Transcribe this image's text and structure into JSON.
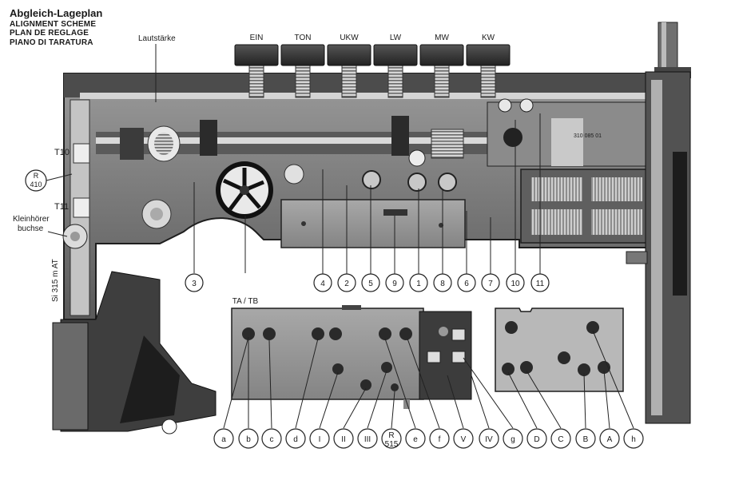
{
  "title": {
    "de": "Abgleich-Lageplan",
    "en": "ALIGNMENT SCHEME",
    "fr": "PLAN DE REGLAGE",
    "it": "PIANO DI TARATURA"
  },
  "buttons": [
    "EIN",
    "TON",
    "UKW",
    "LW",
    "MW",
    "KW"
  ],
  "side_labels": {
    "lautstaerke": "Lautstärke",
    "t10": "T10",
    "t11": "T11",
    "r410_top": "R",
    "r410_bottom": "410",
    "kleinhoerer_1": "Kleinhörer",
    "kleinhoerer_2": "buchse",
    "fuse": "Si 315 m AT",
    "board_code": "310 085 01"
  },
  "main_callouts": [
    "3",
    "TA / TB",
    "4",
    "2",
    "5",
    "9",
    "1",
    "8",
    "6",
    "7",
    "10",
    "11"
  ],
  "bottom_callouts": [
    "a",
    "b",
    "c",
    "d",
    "I",
    "II",
    "III",
    "R 515",
    "e",
    "f",
    "V",
    "IV",
    "g",
    "D",
    "C",
    "B",
    "A",
    "h"
  ],
  "colors": {
    "background": "#ffffff",
    "chassis_dark": "#2b2b2b",
    "chassis_mid": "#6e6e6e",
    "chassis_light": "#b8b8b8",
    "knob": "#3a3a3a",
    "line": "#222222"
  }
}
